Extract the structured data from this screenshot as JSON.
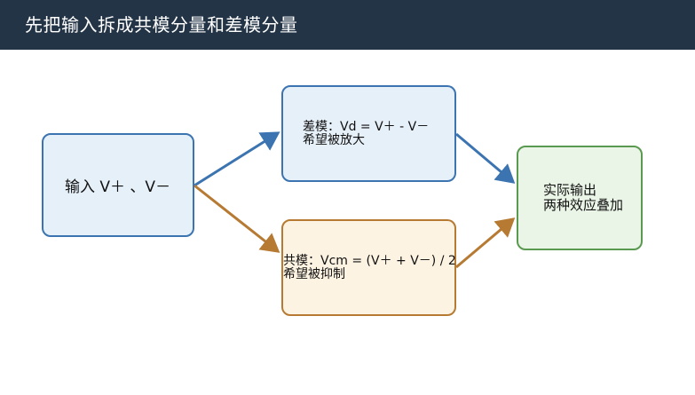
{
  "header": {
    "title": "先把输入拆成共模分量和差模分量"
  },
  "nodes": {
    "input": {
      "line1": "输入 V＋ 、V－"
    },
    "diff": {
      "line1": "差模：Vd = V＋ - V－",
      "line2": "希望被放大"
    },
    "common": {
      "line1": "共模：Vcm = (V＋ + V－) / 2",
      "line2": "希望被抑制"
    },
    "output": {
      "line1": "实际输出",
      "line2": "两种效应叠加"
    }
  },
  "colors": {
    "header": "#233447",
    "blue": "#3b74b0",
    "orange": "#b67a33",
    "green": "#5a9a50"
  }
}
